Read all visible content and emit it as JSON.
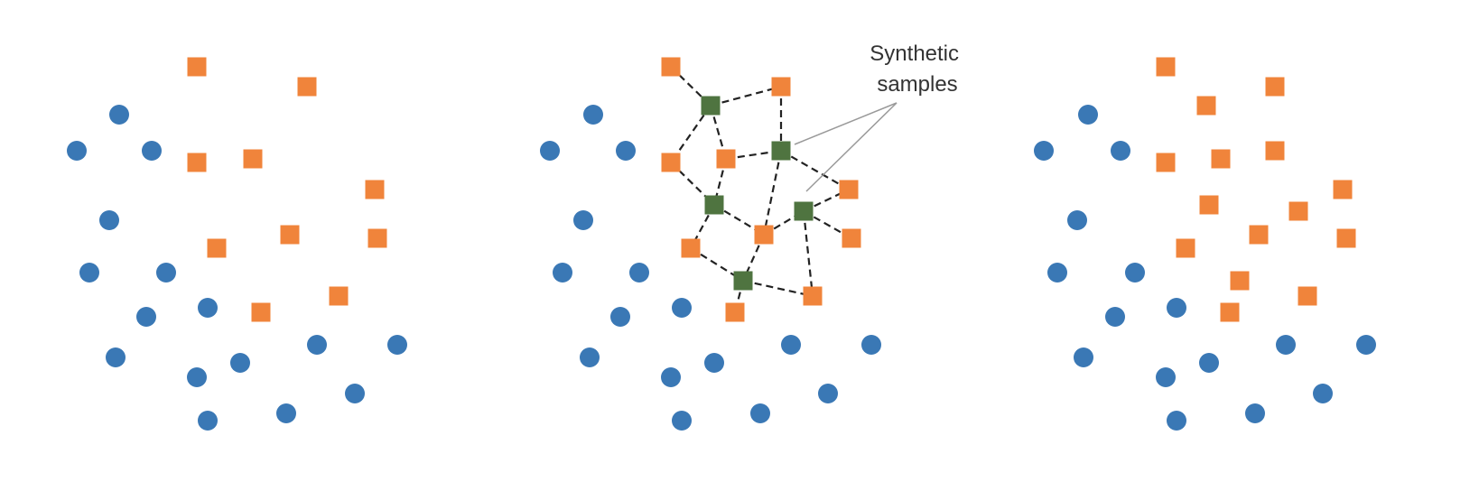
{
  "annotation": {
    "label_lines": [
      "Synthetic",
      "samples"
    ]
  },
  "colors": {
    "majority": "#3a78b5",
    "minority": "#f0843b",
    "synthetic": "#4f7440",
    "edge": "#222222",
    "leader": "#999999",
    "background": "#ffffff"
  },
  "shapes": {
    "majority": "circle",
    "minority": "square",
    "synthetic": "square"
  },
  "panels": [
    {
      "name": "panel-original",
      "majority": [
        [
          132,
          127
        ],
        [
          85,
          167
        ],
        [
          168,
          167
        ],
        [
          121,
          244
        ],
        [
          99,
          302
        ],
        [
          184,
          302
        ],
        [
          162,
          351
        ],
        [
          230,
          341
        ],
        [
          128,
          396
        ],
        [
          218,
          418
        ],
        [
          266,
          402
        ],
        [
          351,
          382
        ],
        [
          440,
          382
        ],
        [
          393,
          436
        ],
        [
          317,
          458
        ],
        [
          230,
          466
        ]
      ],
      "minority": [
        [
          218,
          74
        ],
        [
          340,
          96
        ],
        [
          218,
          180
        ],
        [
          280,
          176
        ],
        [
          415,
          210
        ],
        [
          321,
          260
        ],
        [
          418,
          264
        ],
        [
          240,
          275
        ],
        [
          375,
          328
        ],
        [
          289,
          346
        ]
      ],
      "synthetic": [],
      "edges": []
    },
    {
      "name": "panel-smote-process",
      "majority": [
        [
          657,
          127
        ],
        [
          609,
          167
        ],
        [
          693,
          167
        ],
        [
          646,
          244
        ],
        [
          623,
          302
        ],
        [
          708,
          302
        ],
        [
          687,
          351
        ],
        [
          755,
          341
        ],
        [
          653,
          396
        ],
        [
          743,
          418
        ],
        [
          791,
          402
        ],
        [
          876,
          382
        ],
        [
          965,
          382
        ],
        [
          917,
          436
        ],
        [
          842,
          458
        ],
        [
          755,
          466
        ]
      ],
      "minority": [
        [
          743,
          74
        ],
        [
          865,
          96
        ],
        [
          743,
          180
        ],
        [
          804,
          176
        ],
        [
          940,
          210
        ],
        [
          846,
          260
        ],
        [
          943,
          264
        ],
        [
          765,
          275
        ],
        [
          900,
          328
        ],
        [
          814,
          346
        ]
      ],
      "synthetic": [
        [
          787,
          117
        ],
        [
          865,
          167
        ],
        [
          791,
          227
        ],
        [
          890,
          234
        ],
        [
          823,
          311
        ]
      ],
      "edges": [
        [
          [
            743,
            74
          ],
          [
            787,
            117
          ]
        ],
        [
          [
            787,
            117
          ],
          [
            865,
            96
          ]
        ],
        [
          [
            787,
            117
          ],
          [
            743,
            180
          ]
        ],
        [
          [
            787,
            117
          ],
          [
            804,
            176
          ]
        ],
        [
          [
            865,
            96
          ],
          [
            865,
            167
          ]
        ],
        [
          [
            804,
            176
          ],
          [
            865,
            167
          ]
        ],
        [
          [
            743,
            180
          ],
          [
            791,
            227
          ]
        ],
        [
          [
            804,
            176
          ],
          [
            791,
            227
          ]
        ],
        [
          [
            865,
            167
          ],
          [
            940,
            210
          ]
        ],
        [
          [
            865,
            167
          ],
          [
            846,
            260
          ]
        ],
        [
          [
            791,
            227
          ],
          [
            846,
            260
          ]
        ],
        [
          [
            791,
            227
          ],
          [
            765,
            275
          ]
        ],
        [
          [
            846,
            260
          ],
          [
            890,
            234
          ]
        ],
        [
          [
            890,
            234
          ],
          [
            940,
            210
          ]
        ],
        [
          [
            890,
            234
          ],
          [
            943,
            264
          ]
        ],
        [
          [
            890,
            234
          ],
          [
            900,
            328
          ]
        ],
        [
          [
            765,
            275
          ],
          [
            823,
            311
          ]
        ],
        [
          [
            846,
            260
          ],
          [
            823,
            311
          ]
        ],
        [
          [
            823,
            311
          ],
          [
            900,
            328
          ]
        ],
        [
          [
            823,
            311
          ],
          [
            814,
            346
          ]
        ]
      ]
    },
    {
      "name": "panel-oversampled",
      "majority": [
        [
          1205,
          127
        ],
        [
          1156,
          167
        ],
        [
          1241,
          167
        ],
        [
          1193,
          244
        ],
        [
          1171,
          302
        ],
        [
          1257,
          302
        ],
        [
          1235,
          351
        ],
        [
          1303,
          341
        ],
        [
          1200,
          396
        ],
        [
          1291,
          418
        ],
        [
          1339,
          402
        ],
        [
          1424,
          382
        ],
        [
          1513,
          382
        ],
        [
          1465,
          436
        ],
        [
          1390,
          458
        ],
        [
          1303,
          466
        ]
      ],
      "minority": [
        [
          1291,
          74
        ],
        [
          1412,
          96
        ],
        [
          1336,
          117
        ],
        [
          1291,
          180
        ],
        [
          1352,
          176
        ],
        [
          1412,
          167
        ],
        [
          1487,
          210
        ],
        [
          1339,
          227
        ],
        [
          1438,
          234
        ],
        [
          1394,
          260
        ],
        [
          1491,
          264
        ],
        [
          1313,
          275
        ],
        [
          1373,
          311
        ],
        [
          1448,
          328
        ],
        [
          1362,
          346
        ]
      ],
      "synthetic": [],
      "edges": []
    }
  ],
  "leader_lines": {
    "start": [
      993,
      114
    ],
    "targets": [
      [
        880,
        160
      ],
      [
        893,
        212
      ]
    ]
  }
}
